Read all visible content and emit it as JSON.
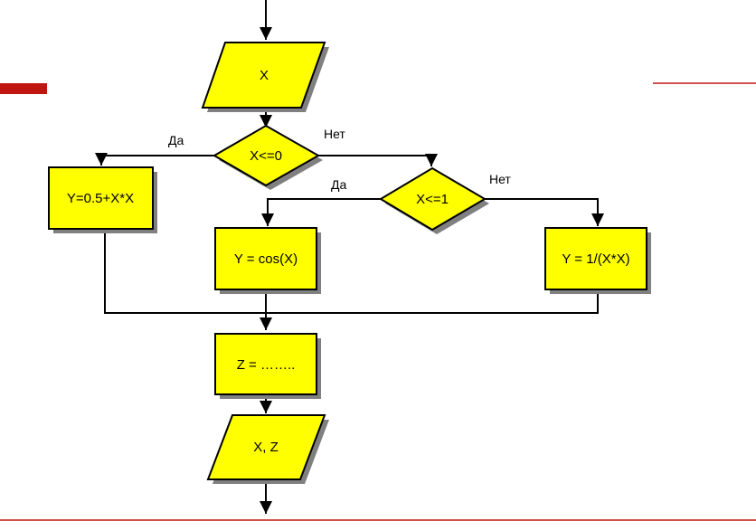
{
  "colors": {
    "node_fill": "#ffff00",
    "shadow": "#808080",
    "accent": "#c0160f"
  },
  "nodes": {
    "input": "X",
    "cond1": "X<=0",
    "cond2": "X<=1",
    "calc1": "Y=0.5+X*X",
    "calc2": "Y = cos(X)",
    "calc3": "Y = 1/(X*X)",
    "calcZ": "Z = ……..",
    "output": "X, Z"
  },
  "edges": {
    "cond1_yes": "Да",
    "cond1_no": "Нет",
    "cond2_yes": "Да",
    "cond2_no": "Нет"
  }
}
